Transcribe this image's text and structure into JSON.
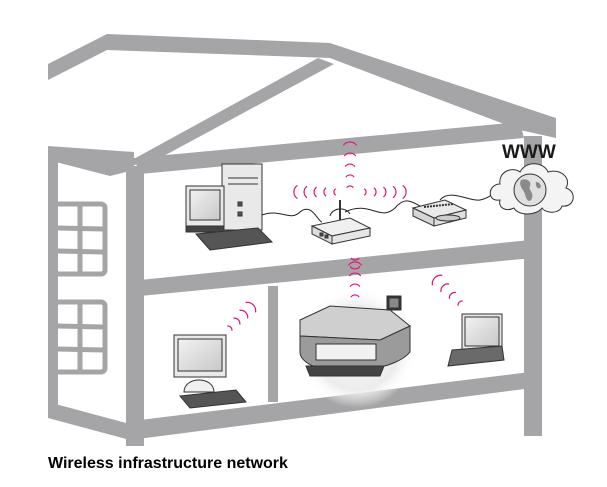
{
  "caption": "Wireless infrastructure network",
  "internet_label": "WWW",
  "colors": {
    "house": "#a5a5a7",
    "signal": "#e0147f",
    "device_outline": "#333333",
    "device_fill": "#e6e6e6",
    "text": "#000000"
  },
  "devices": [
    {
      "id": "desktop-pc",
      "label": "Desktop computer",
      "floor": "upper",
      "connection": "wired"
    },
    {
      "id": "access-point",
      "label": "Wireless access point",
      "floor": "upper",
      "connection": "wireless-hub"
    },
    {
      "id": "modem",
      "label": "Broadband modem",
      "floor": "upper",
      "connection": "wired"
    },
    {
      "id": "internet",
      "label": "Internet cloud",
      "floor": "outside",
      "connection": "wired"
    },
    {
      "id": "wireless-desktop",
      "label": "Wireless desktop computer",
      "floor": "lower-left",
      "connection": "wireless"
    },
    {
      "id": "printer",
      "label": "All-in-one printer",
      "floor": "lower-middle",
      "connection": "wireless"
    },
    {
      "id": "laptop",
      "label": "Laptop",
      "floor": "lower-right",
      "connection": "wireless"
    }
  ]
}
